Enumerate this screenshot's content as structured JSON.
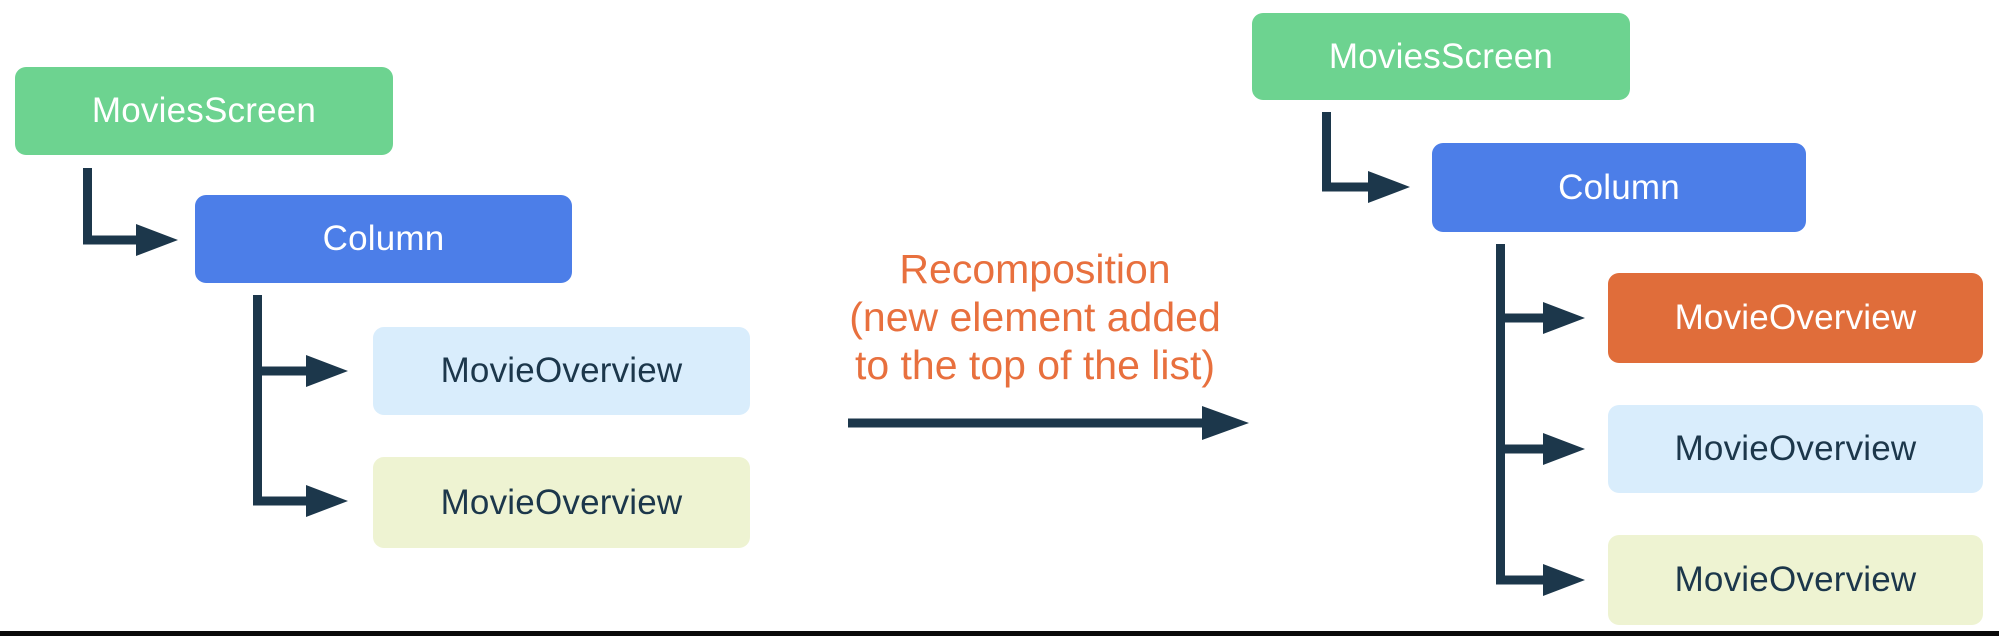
{
  "diagram": {
    "transition_label": {
      "line1": "Recomposition",
      "line2": "(new element added",
      "line3": "to the top of the list)"
    },
    "left_tree": {
      "nodes": [
        {
          "label": "MoviesScreen",
          "role": "root screen",
          "color": "#6DD390"
        },
        {
          "label": "Column",
          "role": "layout",
          "color": "#4C7EE8"
        },
        {
          "label": "MovieOverview",
          "role": "list item 1",
          "color": "#D9EDFC"
        },
        {
          "label": "MovieOverview",
          "role": "list item 2",
          "color": "#EEF3D2"
        }
      ]
    },
    "right_tree": {
      "nodes": [
        {
          "label": "MoviesScreen",
          "role": "root screen",
          "color": "#6DD390"
        },
        {
          "label": "Column",
          "role": "layout",
          "color": "#4C7EE8"
        },
        {
          "label": "MovieOverview",
          "role": "new list item on top",
          "color": "#E06D3A"
        },
        {
          "label": "MovieOverview",
          "role": "list item",
          "color": "#D9EDFC"
        },
        {
          "label": "MovieOverview",
          "role": "list item",
          "color": "#EEF3D2"
        }
      ]
    },
    "colors": {
      "screen_green": "#6DD390",
      "column_blue": "#4C7EE8",
      "item_light_blue": "#D9EDFC",
      "item_light_yellow": "#EEF3D2",
      "new_item_orange": "#E06D3A",
      "connector_navy": "#1C374B",
      "annotation_orange": "#E8703E",
      "bottom_rule_black": "#0A0A0A"
    }
  }
}
